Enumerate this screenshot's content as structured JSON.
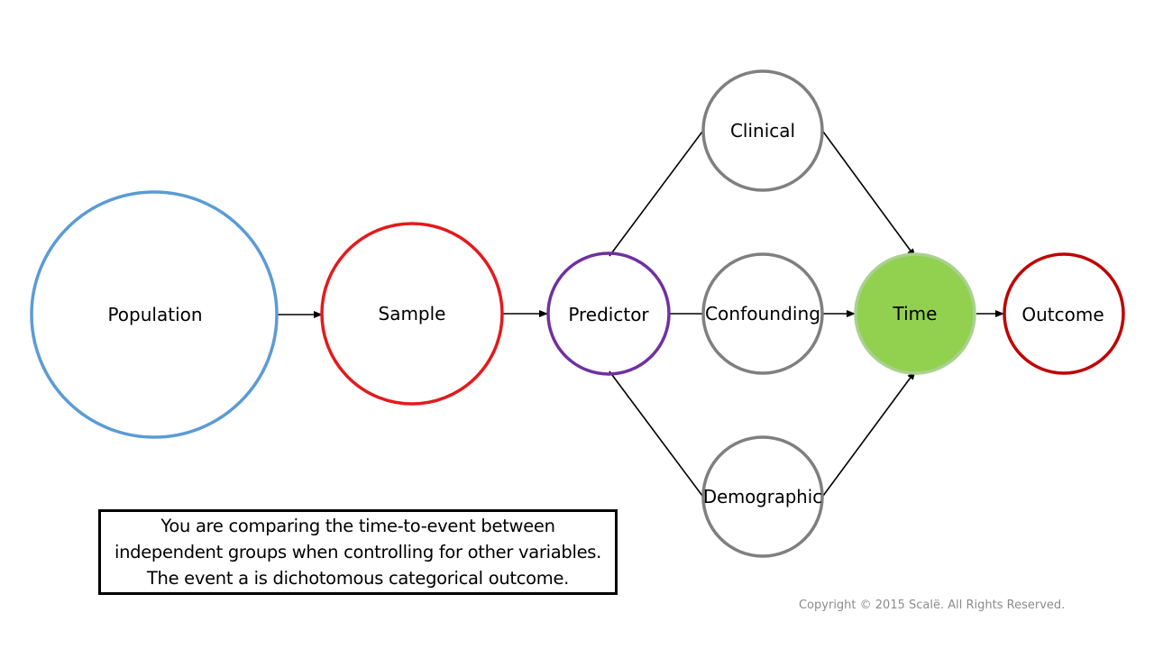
{
  "nodes": {
    "population": {
      "label": "Population",
      "color": "#5b9bd5"
    },
    "sample": {
      "label": "Sample",
      "color": "#e31a1c"
    },
    "predictor": {
      "label": "Predictor",
      "color": "#7030a0"
    },
    "clinical": {
      "label": "Clinical",
      "color": "#7f7f7f"
    },
    "confounding": {
      "label": "Confounding",
      "color": "#7f7f7f"
    },
    "demographic": {
      "label": "Demographic",
      "color": "#7f7f7f"
    },
    "time": {
      "label": "Time",
      "color": "#92d050"
    },
    "outcome": {
      "label": "Outcome",
      "color": "#c00000"
    }
  },
  "caption": {
    "lines": [
      "You are comparing the time-to-event between",
      "independent groups when controlling for other variables.",
      "The event a is dichotomous categorical outcome."
    ]
  },
  "copyright": "Copyright © 2015 Scalë. All Rights Reserved."
}
